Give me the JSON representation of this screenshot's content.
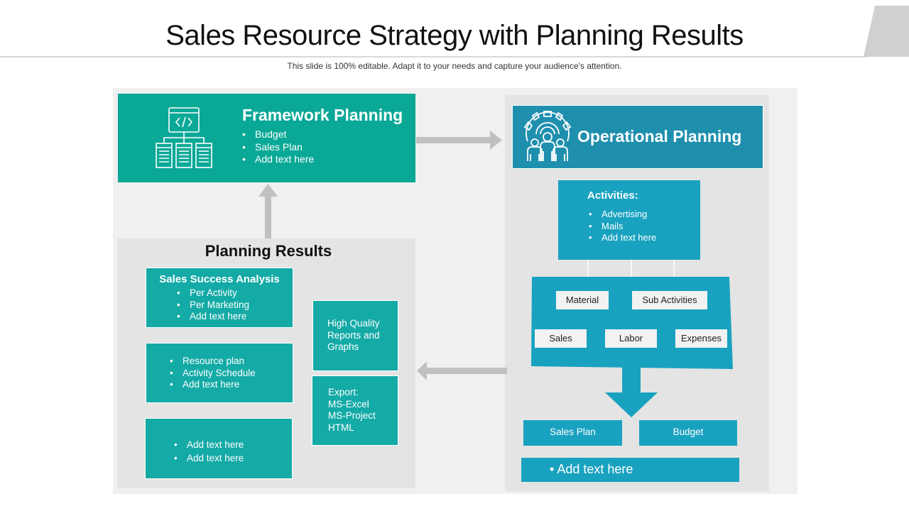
{
  "slide": {
    "title": "Sales Resource Strategy with Planning Results",
    "subtitle": "This slide is 100% editable. Adapt it to your needs and capture your audience's attention."
  },
  "framework": {
    "title": "Framework Planning",
    "items": [
      "Budget",
      "Sales Plan",
      "Add text here"
    ],
    "icon": "sitemap-code-icon"
  },
  "operational": {
    "title": "Operational Planning",
    "icon": "gear-team-icon",
    "activities_title": "Activities:",
    "activities": [
      "Advertising",
      "Mails",
      "Add text here"
    ],
    "chips": {
      "material": "Material",
      "sub_activities": "Sub Activities",
      "sales": "Sales",
      "labor": "Labor",
      "expenses": "Expenses"
    },
    "sales_plan": "Sales Plan",
    "budget": "Budget",
    "add_text": "Add text here"
  },
  "planning_results": {
    "title": "Planning Results",
    "success_title": "Sales Success Analysis",
    "success_items": [
      "Per Activity",
      "Per Marketing",
      "Add text here"
    ],
    "resource_items": [
      "Resource plan",
      "Activity Schedule",
      "Add text here"
    ],
    "extra_items": [
      "Add text here",
      "Add text here"
    ],
    "reports": [
      "High Quality",
      "Reports and",
      "Graphs"
    ],
    "export": [
      "Export:",
      "MS-Excel",
      "MS-Project",
      "HTML"
    ]
  },
  "colors": {
    "teal": "#0aa896",
    "teal_light": "#14aaa6",
    "blue": "#1f8fae",
    "blue_light": "#19a2c0",
    "arrow_gray": "#c0c0c0",
    "panel_gray": "#e4e4e4"
  }
}
